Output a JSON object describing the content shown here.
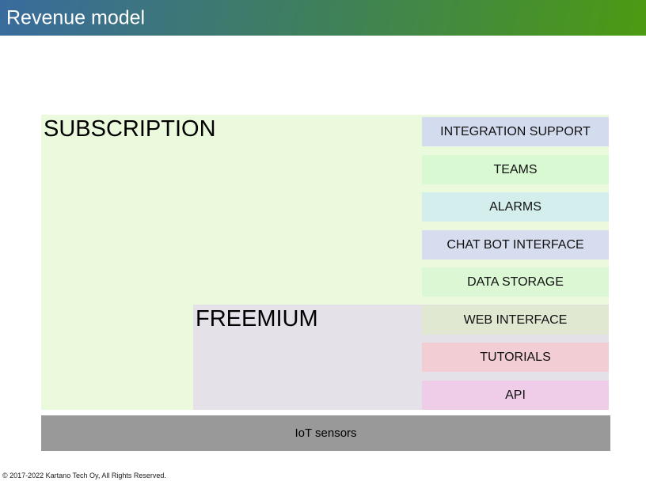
{
  "header": {
    "title": "Revenue model",
    "gradient_start_color": "#3a6b9e",
    "gradient_end_color": "#4c9a12",
    "text_color": "#ffffff"
  },
  "diagram": {
    "subscription": {
      "label": "SUBSCRIPTION",
      "color": "#ebfadc"
    },
    "freemium": {
      "label": "FREEMIUM",
      "color": "#e5e1e8"
    },
    "features": [
      {
        "label": "INTEGRATION SUPPORT",
        "color": "#d3dcee"
      },
      {
        "label": "TEAMS",
        "color": "#d8f9d1"
      },
      {
        "label": "ALARMS",
        "color": "#d4eeee"
      },
      {
        "label": "CHAT BOT INTERFACE",
        "color": "#d5ddef"
      },
      {
        "label": "DATA STORAGE",
        "color": "#dbf7d3"
      },
      {
        "label": "WEB INTERFACE",
        "color": "#e0e8d2"
      },
      {
        "label": "TUTORIALS",
        "color": "#f2cdd4"
      },
      {
        "label": "API",
        "color": "#efcce7"
      }
    ],
    "base": {
      "label": "IoT sensors",
      "color": "#999999"
    }
  },
  "footer": {
    "copyright": "© 2017-2022 Kartano Tech Oy, All Rights Reserved."
  }
}
